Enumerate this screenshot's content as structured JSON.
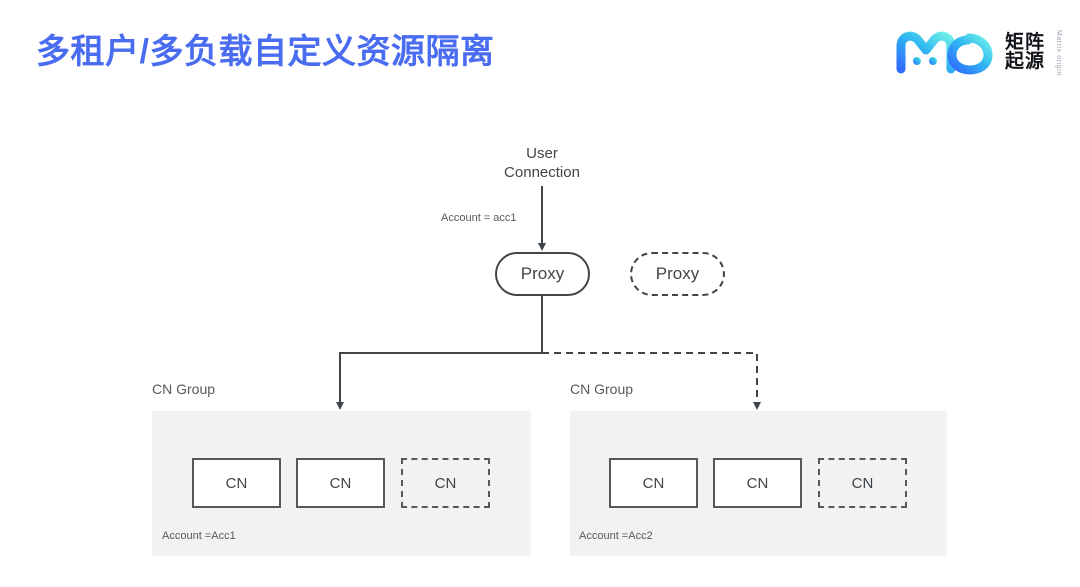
{
  "header": {
    "title": "多租户/多负载自定义资源隔离",
    "title_color": "#4a6cf0",
    "logo": {
      "mark_name": "mo-monogram-logo",
      "cn_line1": "矩阵",
      "cn_line2": "起源",
      "en_text": "Matrix origin",
      "gradient_from": "#2f6bff",
      "gradient_to": "#5fe3e8"
    }
  },
  "diagram": {
    "entry": {
      "label_line1": "User",
      "label_line2": "Connection",
      "edge_label": "Account = acc1"
    },
    "proxies": [
      {
        "label": "Proxy",
        "style": "solid"
      },
      {
        "label": "Proxy",
        "style": "dashed"
      }
    ],
    "groups": [
      {
        "label": "CN Group",
        "account": "Account =Acc1",
        "arrow_style": "solid",
        "nodes": [
          {
            "label": "CN",
            "style": "solid"
          },
          {
            "label": "CN",
            "style": "solid"
          },
          {
            "label": "CN",
            "style": "dashed"
          }
        ]
      },
      {
        "label": "CN Group",
        "account": "Account =Acc2",
        "arrow_style": "dashed",
        "nodes": [
          {
            "label": "CN",
            "style": "solid"
          },
          {
            "label": "CN",
            "style": "solid"
          },
          {
            "label": "CN",
            "style": "dashed"
          }
        ]
      }
    ],
    "colors": {
      "panel_fill": "#f2f2f2",
      "stroke": "#3f4549",
      "text": "#55595d"
    }
  }
}
